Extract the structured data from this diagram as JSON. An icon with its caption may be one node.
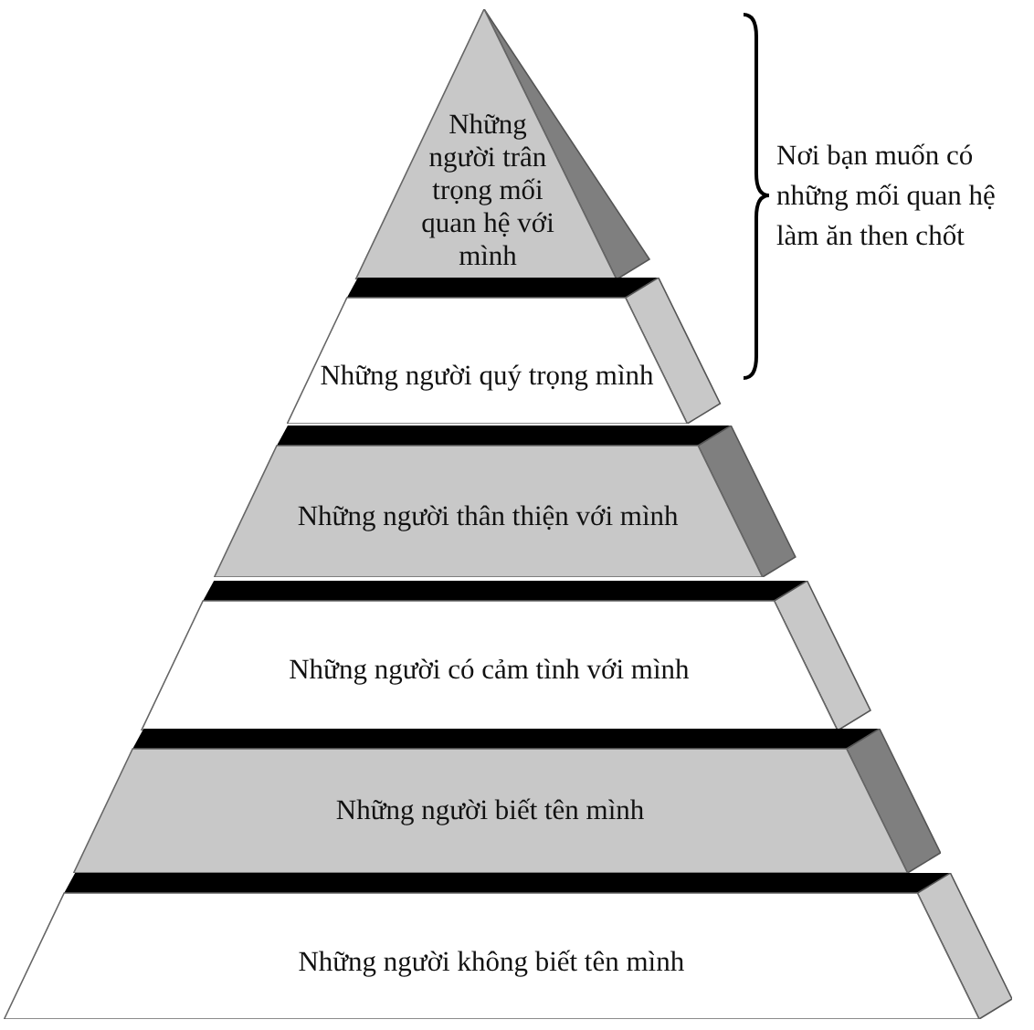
{
  "diagram": {
    "nodes": [
      {
        "text": [
          "Những người trân trọng mối quan hệ với mình"
        ]
      },
      {
        "text": [
          "Những người quý trọng mình"
        ]
      },
      {
        "text": [
          "Những người thân thiện với mình"
        ]
      },
      {
        "text": [
          "Những người có cảm tình với mình"
        ]
      },
      {
        "text": [
          "Những người biết tên mình"
        ]
      },
      {
        "text": [
          "Những người không biết tên mình"
        ]
      }
    ],
    "labels": [
      "Nơi bạn muốn có những mối quan hệ làm ăn then chốt"
    ]
  }
}
